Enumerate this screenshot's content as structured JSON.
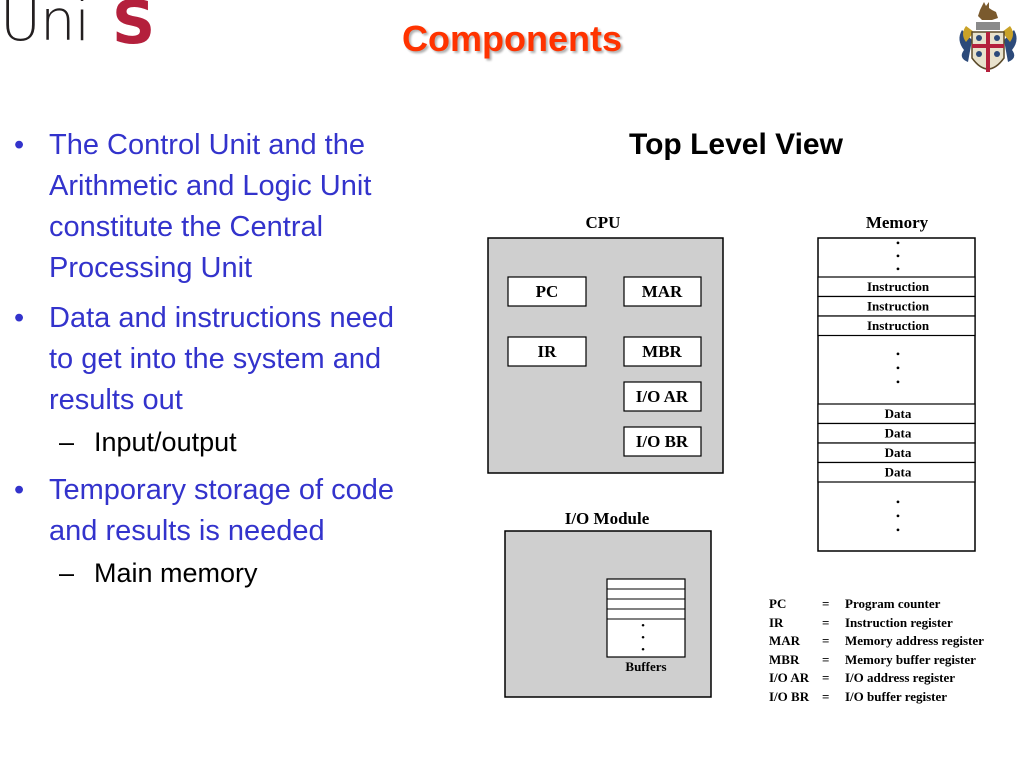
{
  "header": {
    "logo": "UniS",
    "title": "Components"
  },
  "bullets": [
    {
      "text": "The Control Unit and the Arithmetic and Logic Unit constitute the Central Processing Unit",
      "lines": [
        "The Control Unit and the",
        "Arithmetic and Logic Unit",
        "constitute the Central",
        "Processing Unit"
      ]
    },
    {
      "text": "Data and instructions need to get into the system and results out",
      "lines": [
        "Data and instructions need",
        "to get into the system and",
        "results out"
      ],
      "sub": "Input/output"
    },
    {
      "text": "Temporary storage of code and results is needed",
      "lines": [
        "Temporary storage of code",
        "and results is needed"
      ],
      "sub": "Main memory"
    }
  ],
  "bullet_symbol": "•",
  "dash_symbol": "–",
  "diagram": {
    "subheading": "Top Level View",
    "cpu": {
      "title": "CPU",
      "registers": [
        "PC",
        "MAR",
        "IR",
        "MBR",
        "I/O AR",
        "I/O BR"
      ]
    },
    "memory": {
      "title": "Memory",
      "rows": [
        "Instruction",
        "Instruction",
        "Instruction",
        "Data",
        "Data",
        "Data",
        "Data"
      ],
      "ellipsis": "•"
    },
    "io_module": {
      "title": "I/O Module",
      "buffers_label": "Buffers"
    },
    "legend": [
      {
        "abbr": "PC",
        "eq": "=",
        "meaning": "Program counter"
      },
      {
        "abbr": "IR",
        "eq": "=",
        "meaning": "Instruction register"
      },
      {
        "abbr": "MAR",
        "eq": "=",
        "meaning": "Memory address register"
      },
      {
        "abbr": "MBR",
        "eq": "=",
        "meaning": "Memory buffer register"
      },
      {
        "abbr": "I/O AR",
        "eq": "=",
        "meaning": "I/O address register"
      },
      {
        "abbr": "I/O BR",
        "eq": "=",
        "meaning": "I/O buffer register"
      }
    ]
  },
  "colors": {
    "title": "#ff3300",
    "bullet_text": "#3333cc",
    "box_fill": "#cfcfcf",
    "logo_accent": "#b4203c"
  }
}
